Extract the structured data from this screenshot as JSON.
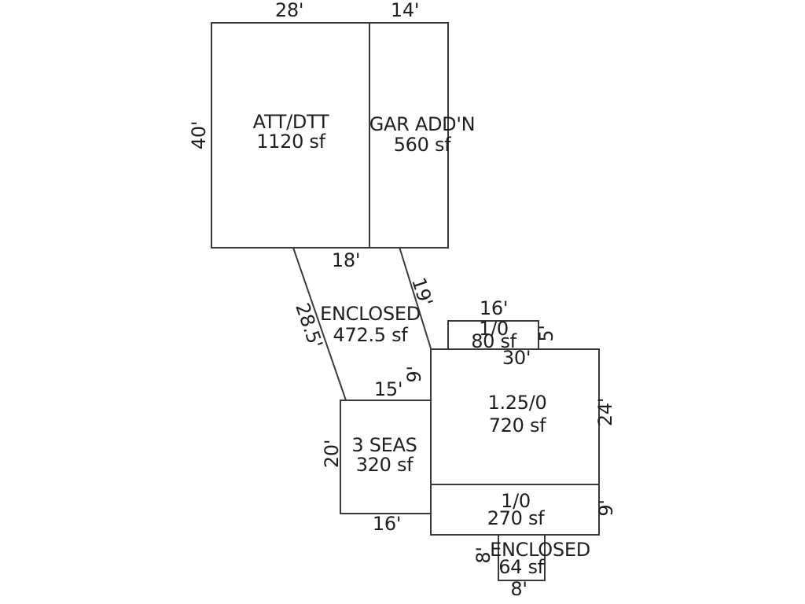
{
  "canvas": {
    "background": "#ffffff",
    "line_color": "#3a3a3a",
    "text_color": "#1f1f1f"
  },
  "regions": {
    "att_dtt": {
      "label": "ATT/DTT",
      "area": "1120 sf"
    },
    "gar_addn": {
      "label": "GAR ADD'N",
      "area": "560 sf"
    },
    "enclosed_upper": {
      "label": "ENCLOSED",
      "area": "472.5 sf"
    },
    "three_seas": {
      "label": "3 SEAS",
      "area": "320 sf"
    },
    "porch_80": {
      "label": "1/0",
      "area": "80 sf"
    },
    "story_720": {
      "label": "1.25/0",
      "area": "720 sf"
    },
    "story_270": {
      "label": "1/0",
      "area": "270 sf"
    },
    "enclosed_lower": {
      "label": "ENCLOSED",
      "area": "64 sf"
    }
  },
  "dimensions": {
    "att_top": "28'",
    "gar_top": "14'",
    "att_left": "40'",
    "enclosed_top": "18'",
    "enclosed_left": "28.5'",
    "enclosed_right": "19'",
    "enclosed_wall_right": "9'",
    "seas_top": "15'",
    "seas_left": "20'",
    "seas_bottom": "16'",
    "porch_top": "16'",
    "porch_right": "5'",
    "story720_top": "30'",
    "story720_right": "24'",
    "story270_right": "9'",
    "enclosed64_left": "8'",
    "enclosed64_bottom": "8'"
  }
}
